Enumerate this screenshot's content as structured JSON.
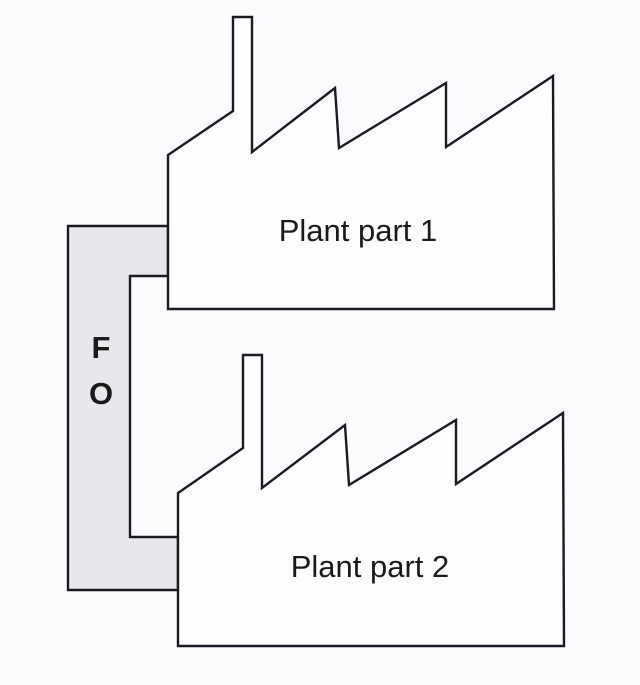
{
  "diagram": {
    "connector": {
      "label_letters": [
        "F",
        "O"
      ],
      "fill_color": "#e8e8ec"
    },
    "plants": [
      {
        "label": "Plant part 1"
      },
      {
        "label": "Plant part 2"
      }
    ],
    "stroke_color": "#1a1a22",
    "background_color": "#fbfbfe"
  }
}
